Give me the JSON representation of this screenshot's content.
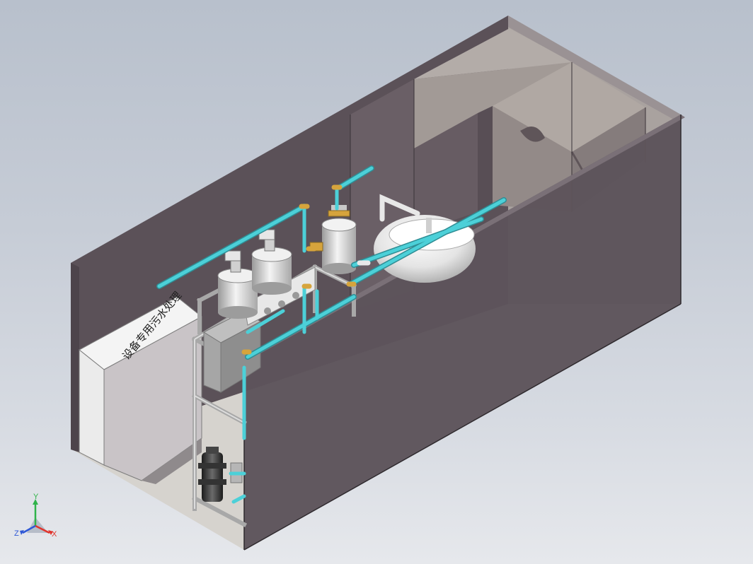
{
  "scene": {
    "box_label": "设备专用污水处理",
    "colors": {
      "wall": "#5c5259",
      "wall_dark": "#4a4148",
      "wall_light": "#8a8086",
      "floor": "#d9d7d2",
      "pipe": "#45c3cc",
      "tank": "#dcdcdc",
      "flange": "#d6a43c",
      "frame": "#b9b9b9",
      "cabinet": "#f2f2f2"
    }
  },
  "triad": {
    "x_label": "X",
    "y_label": "Y",
    "z_label": "Z",
    "x_color": "#e0342c",
    "y_color": "#2fb34a",
    "z_color": "#2f58d6"
  }
}
